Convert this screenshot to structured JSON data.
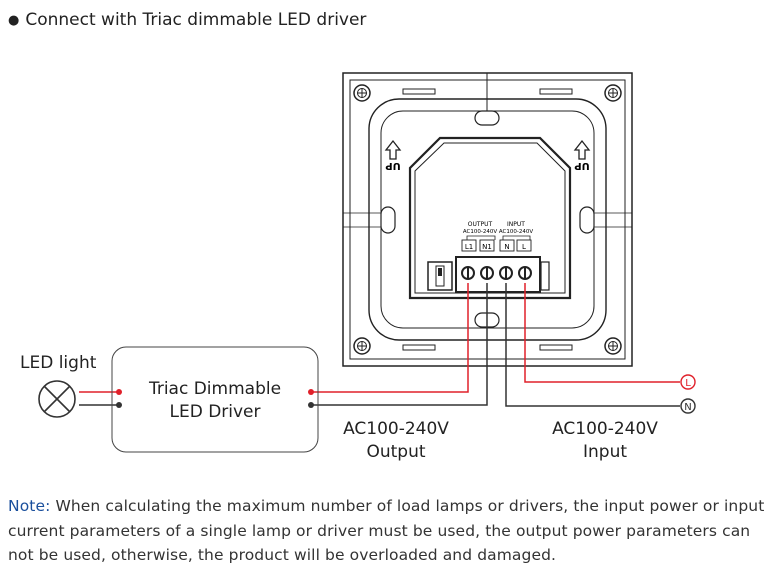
{
  "heading": "Connect with Triac dimmable LED driver",
  "led_light_label": "LED light",
  "driver": {
    "line1": "Triac Dimmable",
    "line2": "LED Driver"
  },
  "output": {
    "voltage": "AC100-240V",
    "label": "Output"
  },
  "input": {
    "voltage": "AC100-240V",
    "label": "Input"
  },
  "terminal": {
    "output_title": "OUTPUT",
    "output_range": "AC100-240V",
    "input_title": "INPUT",
    "input_range": "AC100-240V",
    "pins": [
      "L1",
      "N1",
      "N",
      "L"
    ]
  },
  "up_marker": "UP",
  "line_markers": {
    "live": "L",
    "neutral": "N"
  },
  "note": {
    "label": "Note:",
    "text": " When calculating the maximum number of load lamps or drivers, the input power or input current parameters of a single lamp or driver must be used, the output power parameters can not be used, otherwise, the product will be overloaded and damaged."
  },
  "colors": {
    "live_wire": "#e0202a",
    "neutral_wire": "#333333",
    "note_label": "#1a4f9c"
  }
}
